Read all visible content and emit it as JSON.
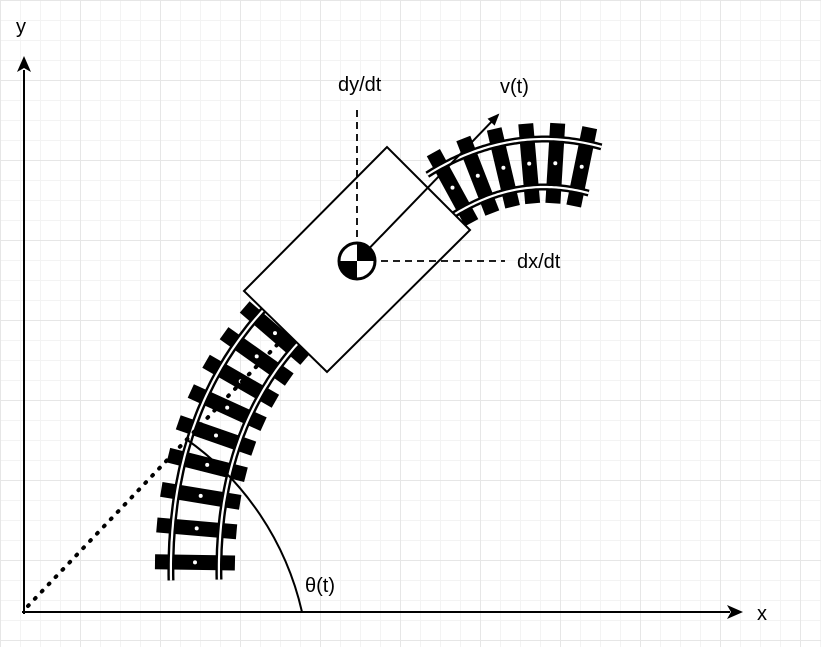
{
  "labels": {
    "x_axis": "x",
    "y_axis": "y",
    "velocity": "v(t)",
    "dy_dt": "dy/dt",
    "dx_dt": "dx/dt",
    "theta": "θ(t)"
  },
  "colors": {
    "ink": "#000000",
    "background": "#ffffff",
    "grid_major": "#e6e6e6",
    "grid_minor": "#f3f3f3"
  }
}
